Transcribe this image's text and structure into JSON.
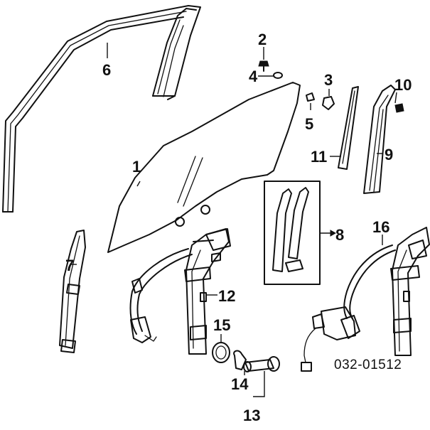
{
  "callouts": {
    "c1": "1",
    "c2": "2",
    "c3": "3",
    "c4": "4",
    "c5": "5",
    "c6": "6",
    "c7": "7",
    "c8": "8",
    "c9": "9",
    "c10": "10",
    "c11": "11",
    "c12": "12",
    "c13": "13",
    "c14": "14",
    "c15": "15",
    "c16": "16"
  },
  "reference_code": "032-01512"
}
